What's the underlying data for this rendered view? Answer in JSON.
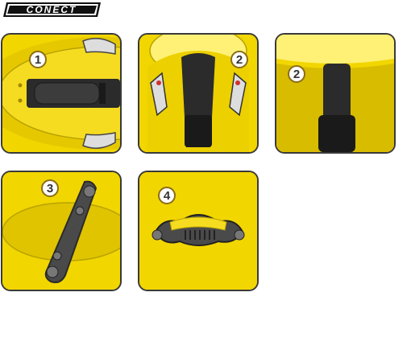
{
  "brand": {
    "logo_text": "CONECT"
  },
  "panels": [
    {
      "step": "1"
    },
    {
      "step": "2"
    },
    {
      "step": "2"
    },
    {
      "step": "3"
    },
    {
      "step": "4"
    }
  ],
  "colors": {
    "helmet_yellow": "#f2d600",
    "helmet_shadow": "#b8a200",
    "pad_dark": "#2b2b2b",
    "border": "#3a3a3a",
    "badge_ring": "#8a6d1a"
  }
}
